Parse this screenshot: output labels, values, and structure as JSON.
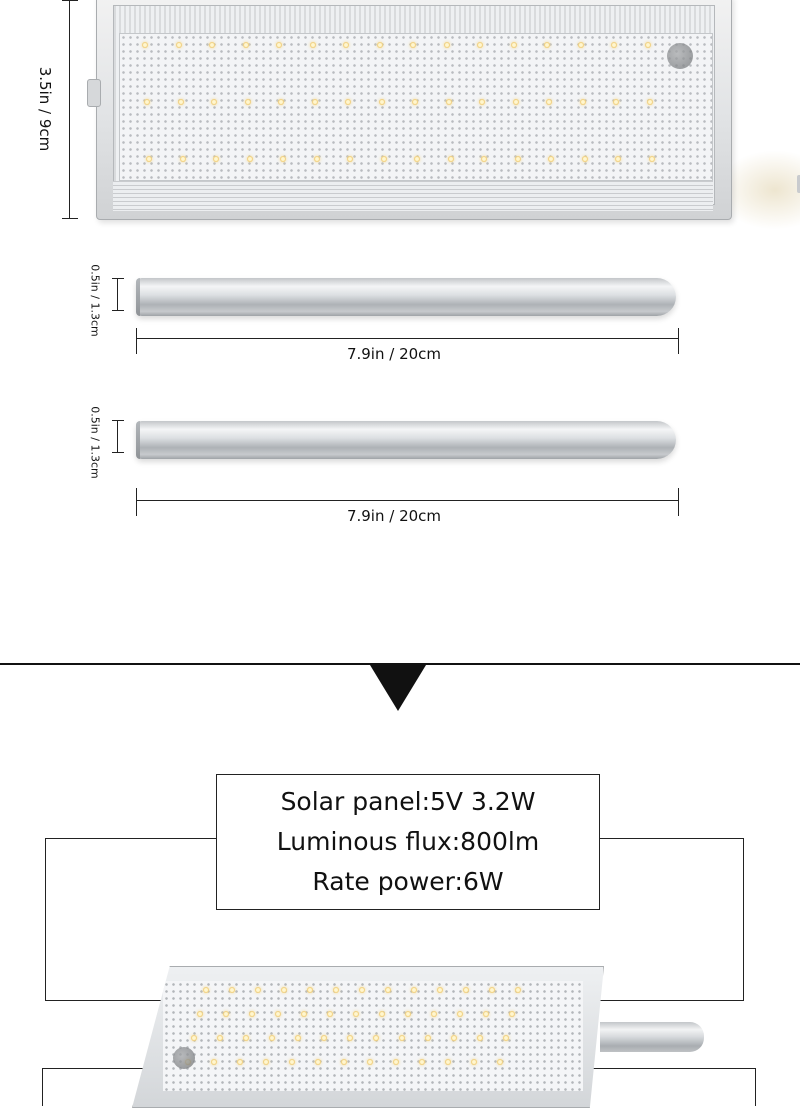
{
  "dimensions": {
    "height_label": "3.5in / 9cm",
    "rods": [
      {
        "diameter_label": "0.5in / 1.3cm",
        "length_label": "7.9in / 20cm"
      },
      {
        "diameter_label": "0.5in / 1.3cm",
        "length_label": "7.9in / 20cm"
      }
    ]
  },
  "specs": {
    "lines": [
      "Solar panel:5V 3.2W",
      "Luminous flux:800lm",
      "Rate power:6W"
    ]
  },
  "colors": {
    "background": "#ffffff",
    "line": "#111111",
    "aluminum": "#d9dbdd",
    "led_warm": "#f2cf7a"
  }
}
